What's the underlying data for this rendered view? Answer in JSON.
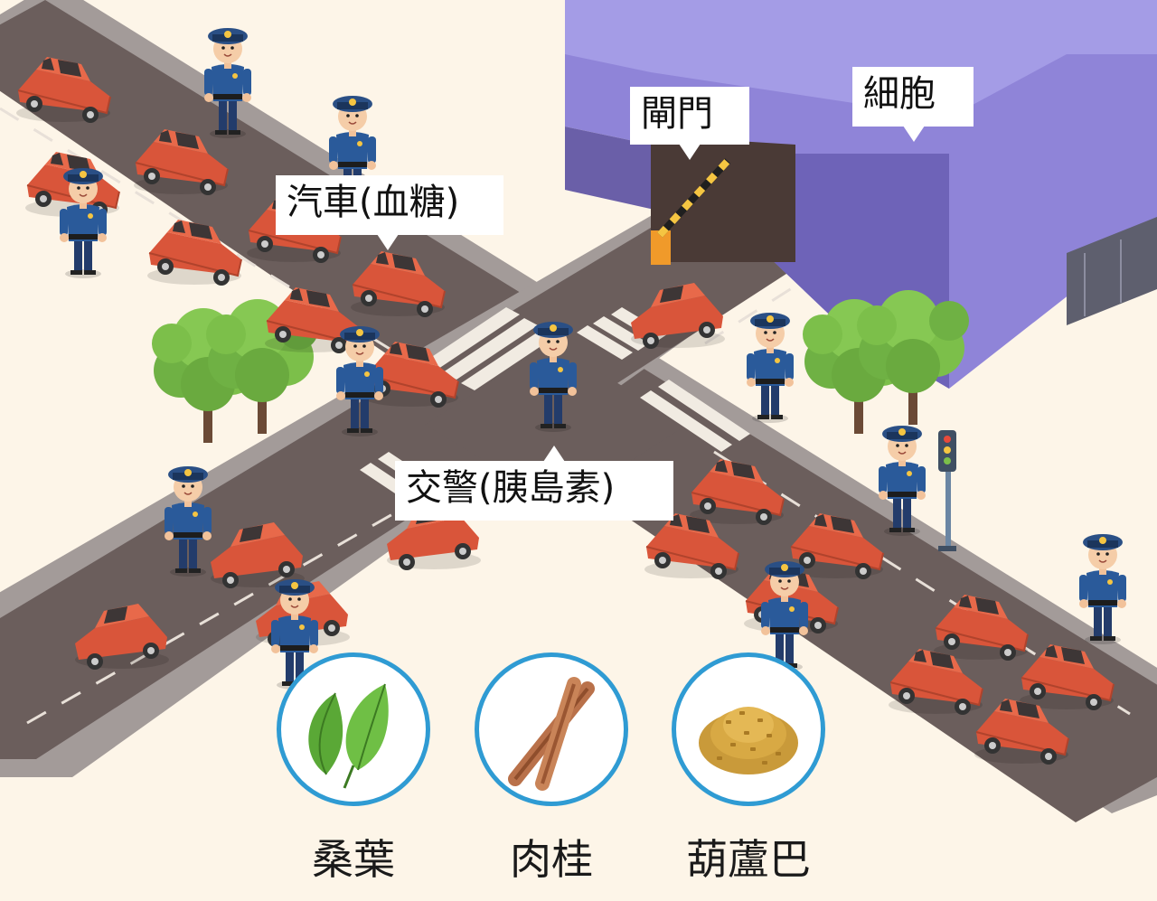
{
  "labels": {
    "gate": "閘門",
    "cell": "細胞",
    "cars": "汽車(血糖)",
    "police": "交警(胰島素)"
  },
  "herbs": [
    {
      "name": "桑葉",
      "icon": "mulberry-leaf-icon"
    },
    {
      "name": "肉桂",
      "icon": "cinnamon-stick-icon"
    },
    {
      "name": "葫蘆巴",
      "icon": "fenugreek-seed-icon"
    }
  ],
  "colors": {
    "background": "#fdf5e8",
    "road": "#6b5e5c",
    "building": "#8f84d8",
    "car": "#e8694a",
    "police_uniform": "#2a5a9a",
    "herb_ring": "#2f9bd3",
    "tree": "#7cbf4a"
  }
}
